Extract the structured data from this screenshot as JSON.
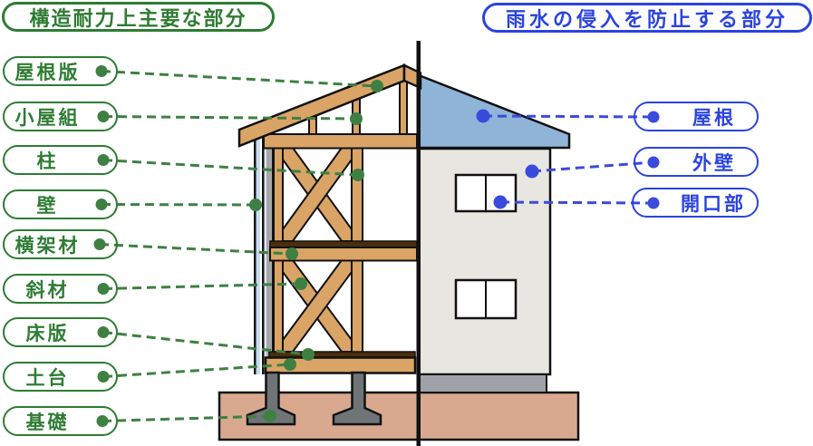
{
  "legend": {
    "structural": {
      "title": "構造耐力上主要な部分",
      "items": [
        "屋根版",
        "小屋組",
        "柱",
        "壁",
        "横架材",
        "斜材",
        "床版",
        "土台",
        "基礎"
      ]
    },
    "rain": {
      "title": "雨水の侵入を防止する部分",
      "items": [
        "屋根",
        "外壁",
        "開口部"
      ]
    }
  },
  "colors": {
    "structural_green": "#2E7C33",
    "leader_green": "#3E8043",
    "rain_blue": "#2B43DF",
    "leader_blue": "#3A4BDC",
    "wood": "#D9A466",
    "dark_wood": "#4A2E0F",
    "roof_blue": "#8FB4D8",
    "exterior_wall_gray": "#E7E6E1",
    "foundation_gray": "#9EA2A7",
    "pier_gray": "#6F7477",
    "ground_salmon": "#D9A98F",
    "siding_blue": "#C9DCF0"
  }
}
